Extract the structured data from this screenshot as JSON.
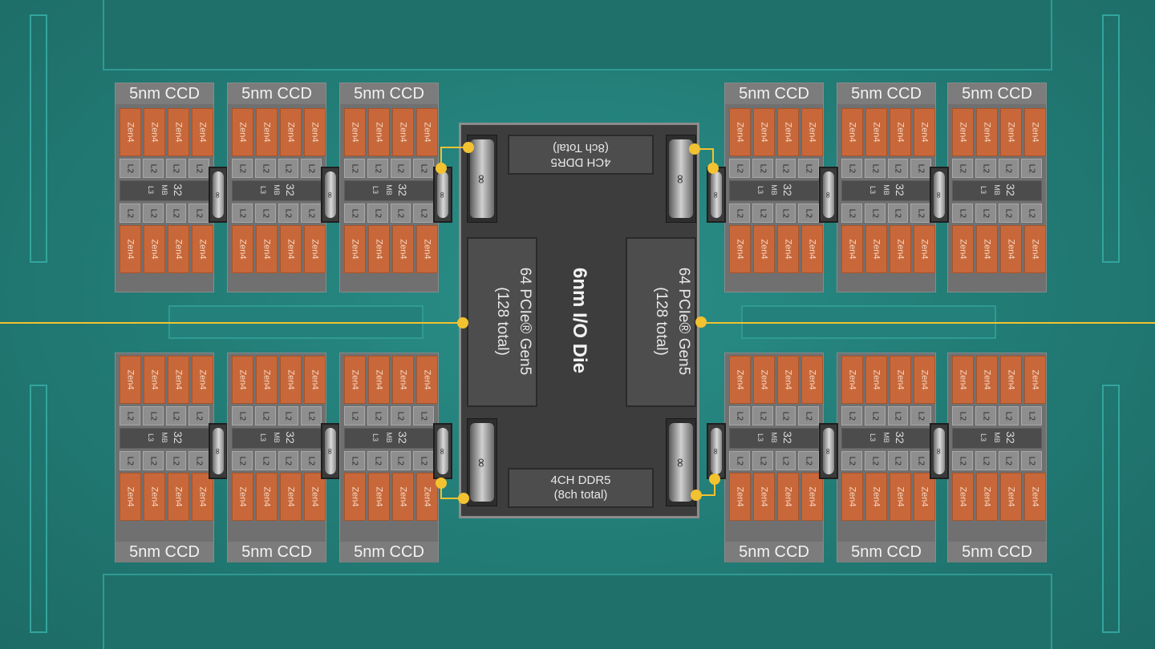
{
  "diagram": {
    "io_die": {
      "title": "6nm I/O Die",
      "pcie_left": {
        "line1": "64 PCIe® Gen5",
        "line2": "(128 total)"
      },
      "pcie_right": {
        "line1": "64 PCIe® Gen5",
        "line2": "(128 total)"
      },
      "ddr_top": {
        "line1": "4CH DDR5",
        "line2": "(8ch Total)"
      },
      "ddr_bottom": {
        "line1": "4CH DDR5",
        "line2": "(8ch total)"
      },
      "port_label": "∞"
    },
    "ccd": {
      "label": "5nm CCD",
      "core_label": "Zen4",
      "l2_label": "L2",
      "l3_size": "32",
      "l3_unit": "MB",
      "l3_label": "L3",
      "link_label": "∞"
    },
    "colors": {
      "substrate": "#237e78",
      "core": "#c8683a",
      "bus": "#f2c230",
      "die": "#3d3d3d"
    }
  }
}
